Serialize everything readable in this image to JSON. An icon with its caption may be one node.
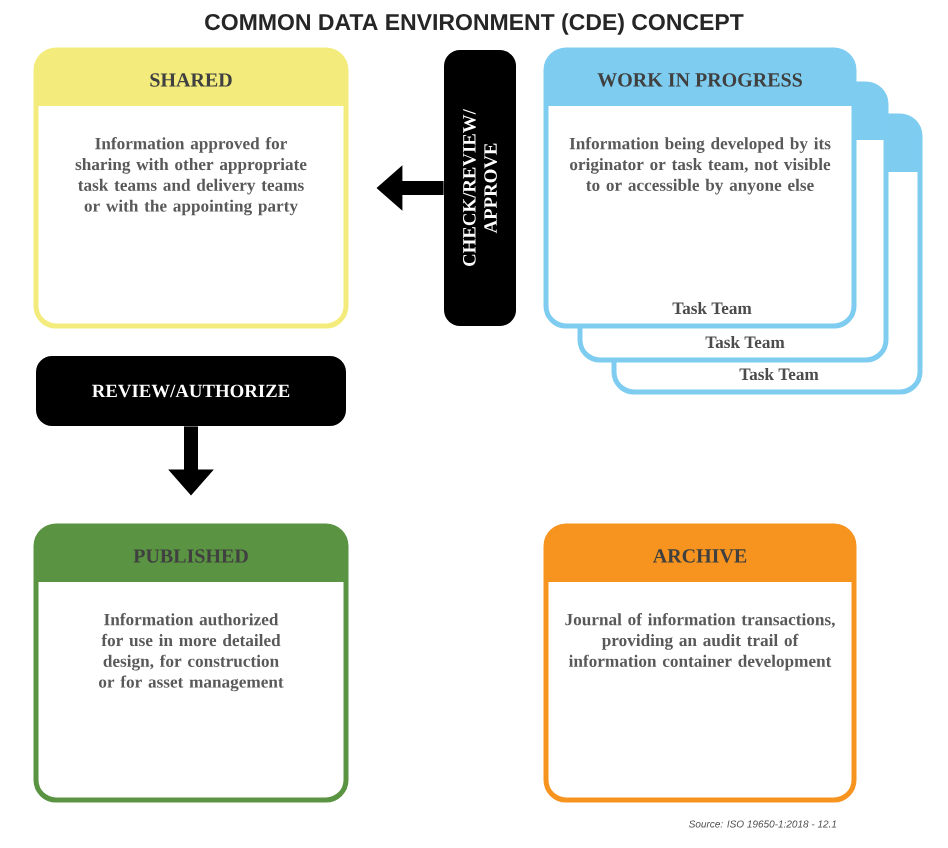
{
  "diagram": {
    "title": "COMMON DATA ENVIRONMENT (CDE) CONCEPT",
    "nodes": [
      {
        "text": [
          "SHARED",
          "Information approved for sharing with other appropriate task teams and delivery teams or with the appointing party"
        ]
      },
      {
        "text": [
          "WORK IN PROGRESS",
          "Information being developed by its originator or task team, not visible to or accessible by anyone else",
          "Task Team",
          "Task Team",
          "Task Team"
        ]
      },
      {
        "text": [
          "CHECK/REVIEW/ APPROVE"
        ]
      },
      {
        "text": [
          "REVIEW/AUTHORIZE"
        ]
      },
      {
        "text": [
          "PUBLISHED",
          "Information authorized for use in more detailed design, for construction or for asset management"
        ]
      },
      {
        "text": [
          "ARCHIVE",
          "Journal of information transactions, providing an audit trail of information container development"
        ]
      }
    ],
    "edges": [
      {
        "from": 2,
        "to": 0,
        "arrow": "to"
      },
      {
        "from": 3,
        "to": 4,
        "arrow": "to"
      }
    ],
    "labels": [
      "Source: ISO 19650-1:2018 - 12.1"
    ]
  }
}
